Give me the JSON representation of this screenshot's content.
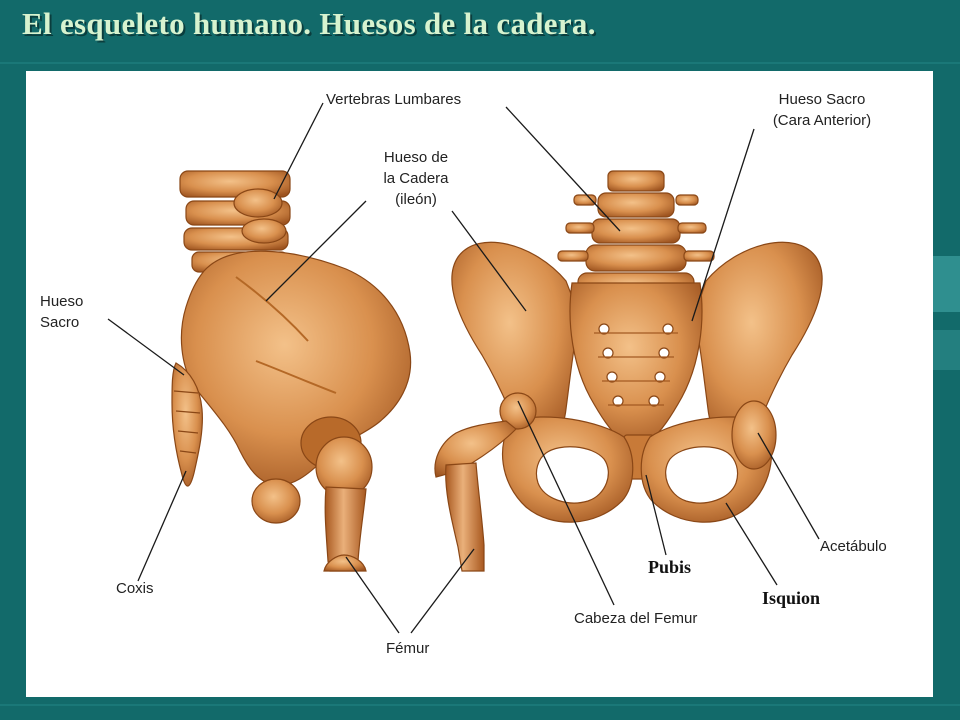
{
  "slide": {
    "title": "El esqueleto humano. Huesos de la cadera."
  },
  "labels": {
    "vertebras_lumbares": "Vertebras Lumbares",
    "hueso_sacro_anterior_1": "Hueso Sacro",
    "hueso_sacro_anterior_2": "(Cara Anterior)",
    "hueso_cadera_1": "Hueso de",
    "hueso_cadera_2": "la Cadera",
    "hueso_cadera_3": "(ileón)",
    "hueso_sacro_1": "Hueso",
    "hueso_sacro_2": "Sacro",
    "coxis": "Coxis",
    "femur": "Fémur",
    "cabeza_femur": "Cabeza del Femur",
    "acetabulo": "Acetábulo",
    "pubis": "Pubis",
    "isquion": "Isquion"
  },
  "colors": {
    "background": "#126a6a",
    "title": "#d7f3cf",
    "bone": "#d9904e",
    "bone_dark": "#a8581f",
    "bone_light": "#f1bb80"
  }
}
